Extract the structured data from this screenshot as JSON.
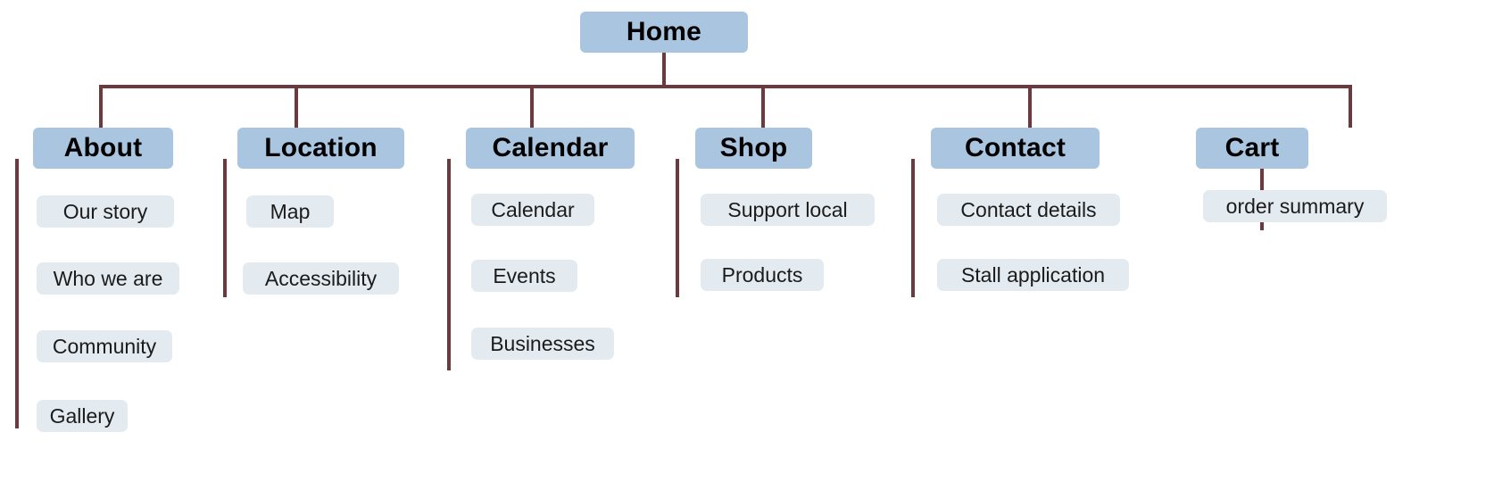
{
  "diagram": {
    "title": "Home",
    "type": "sitemap-tree",
    "colors": {
      "header_fill": "#a9c5e0",
      "item_fill": "#e3eaf0",
      "connector": "#6b3a3f",
      "background": "#ffffff",
      "text": "#000000"
    },
    "root": {
      "label": "Home"
    },
    "categories": [
      {
        "label": "About",
        "items": [
          {
            "label": "Our story"
          },
          {
            "label": "Who we are"
          },
          {
            "label": "Community"
          },
          {
            "label": "Gallery"
          }
        ]
      },
      {
        "label": "Location",
        "items": [
          {
            "label": "Map"
          },
          {
            "label": "Accessibility"
          }
        ]
      },
      {
        "label": "Calendar",
        "items": [
          {
            "label": "Calendar"
          },
          {
            "label": "Events"
          },
          {
            "label": "Businesses"
          }
        ]
      },
      {
        "label": "Shop",
        "items": [
          {
            "label": "Support local"
          },
          {
            "label": "Products"
          }
        ]
      },
      {
        "label": "Contact",
        "items": [
          {
            "label": "Contact details"
          },
          {
            "label": "Stall application"
          }
        ]
      },
      {
        "label": "Cart",
        "items": [
          {
            "label": "order summary"
          }
        ]
      }
    ]
  }
}
